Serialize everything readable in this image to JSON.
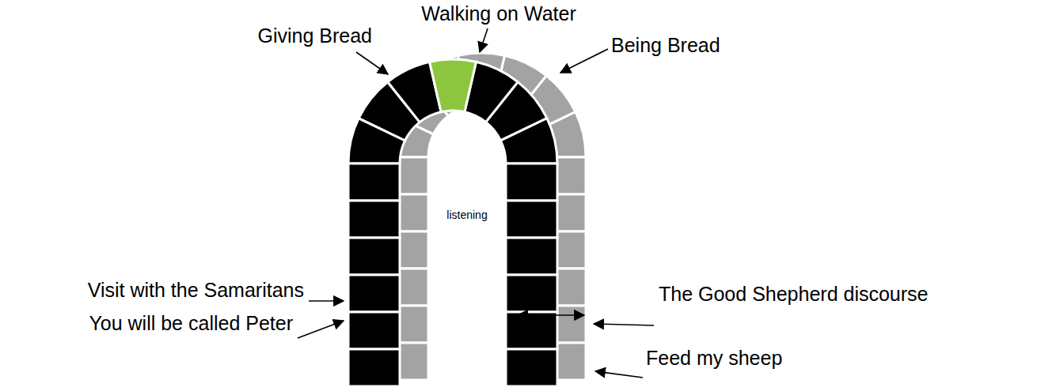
{
  "diagram": {
    "labels": [
      "Walking on Water",
      "Giving Bread",
      "Being Bread",
      "listening",
      "Visit with the Samaritans",
      "The Good Shepherd discourse",
      "You will be called Peter",
      "Feed my sheep"
    ]
  }
}
